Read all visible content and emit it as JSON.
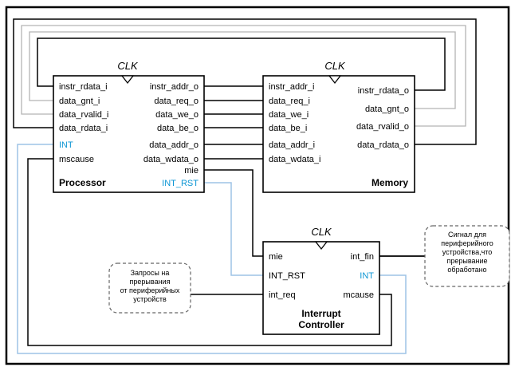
{
  "diagram": {
    "processor": {
      "title": "Processor",
      "clk_label": "CLK",
      "left_ports": [
        "instr_rdata_i",
        "data_gnt_i",
        "data_rvalid_i",
        "data_rdata_i",
        "INT",
        "mscause"
      ],
      "right_ports": [
        "instr_addr_o",
        "data_req_o",
        "data_we_o",
        "data_be_o",
        "data_addr_o",
        "data_wdata_o",
        "mie",
        "INT_RST"
      ]
    },
    "memory": {
      "title": "Memory",
      "clk_label": "CLK",
      "left_ports": [
        "instr_addr_i",
        "data_req_i",
        "data_we_i",
        "data_be_i",
        "data_addr_i",
        "data_wdata_i"
      ],
      "right_ports": [
        "instr_rdata_o",
        "data_gnt_o",
        "data_rvalid_o",
        "data_rdata_o"
      ]
    },
    "interrupt_controller": {
      "title_line1": "Interrupt",
      "title_line2": "Controller",
      "clk_label": "CLK",
      "left_ports": [
        "mie",
        "INT_RST",
        "int_req"
      ],
      "right_ports": [
        "int_fin",
        "INT",
        "mcause"
      ]
    },
    "callout_left": {
      "lines": [
        "Запросы на",
        "прерывания",
        "от периферийных",
        "устройств"
      ]
    },
    "callout_right": {
      "lines": [
        "Сигнал для",
        "периферийного",
        "устройства,что",
        "прерывание",
        "обработано"
      ]
    },
    "colors": {
      "wire_black": "#000000",
      "wire_gray": "#b3b3b3",
      "wire_blue": "#9dc3e6",
      "label_blue": "#0d96d4"
    }
  }
}
